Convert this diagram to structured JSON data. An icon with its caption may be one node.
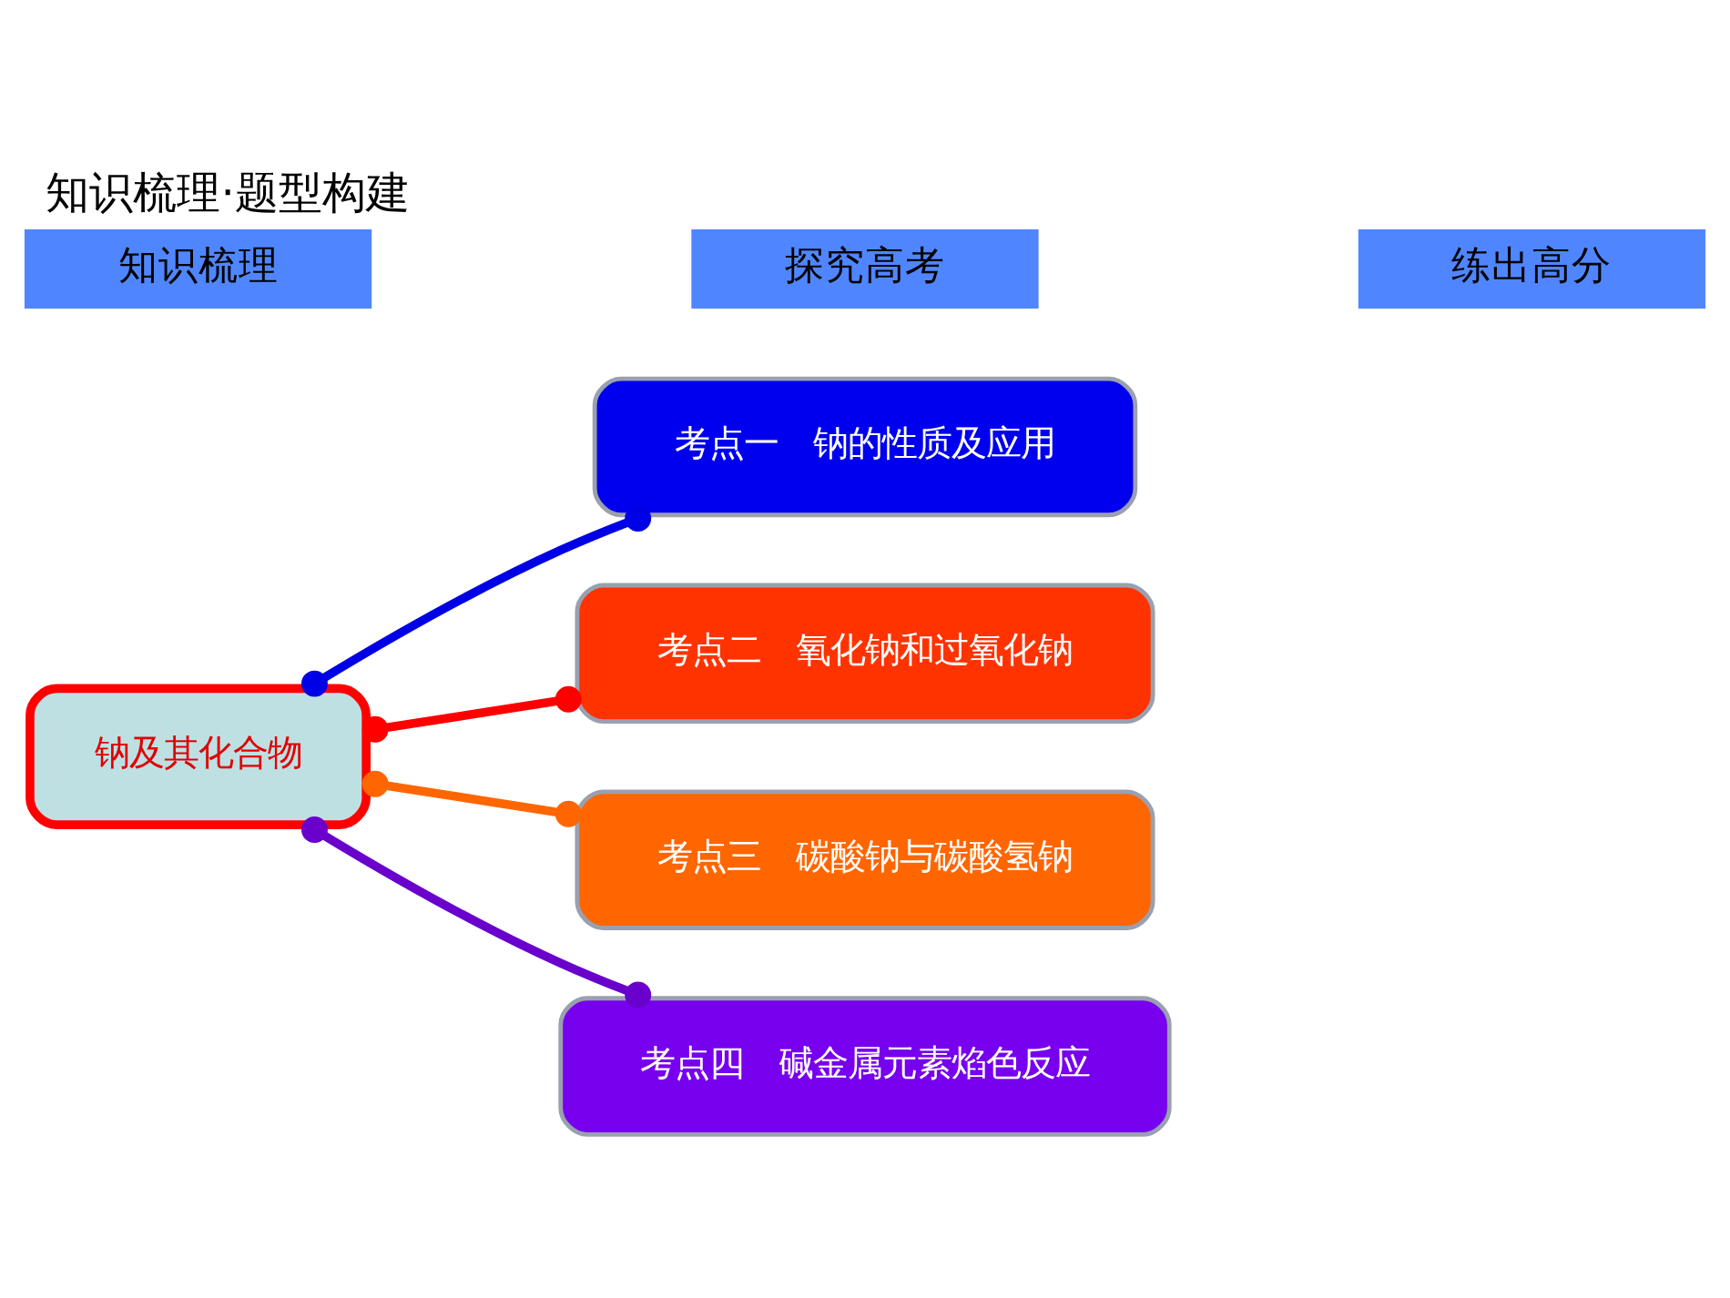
{
  "diagram": {
    "title": "知识梳理·题型构建",
    "nodes": [
      {
        "text": [
          "钠及其化合物"
        ]
      },
      {
        "text": [
          "考点一　钠的性质及应用"
        ]
      },
      {
        "text": [
          "考点二　氧化钠和过氧化钠"
        ]
      },
      {
        "text": [
          "考点三　碳酸钠与碳酸氢钠"
        ]
      },
      {
        "text": [
          "考点四　碱金属元素焰色反应"
        ]
      }
    ],
    "edges": [
      {
        "from": 0,
        "to": 1,
        "arrow": "other",
        "color": "#0000e6"
      },
      {
        "from": 0,
        "to": 2,
        "arrow": "other",
        "color": "#ff0000"
      },
      {
        "from": 0,
        "to": 3,
        "arrow": "other",
        "color": "#ff6600"
      },
      {
        "from": 0,
        "to": 4,
        "arrow": "other",
        "color": "#6a00cc"
      }
    ],
    "labels": [
      "知识梳理",
      "探究高考",
      "练出高分"
    ]
  }
}
